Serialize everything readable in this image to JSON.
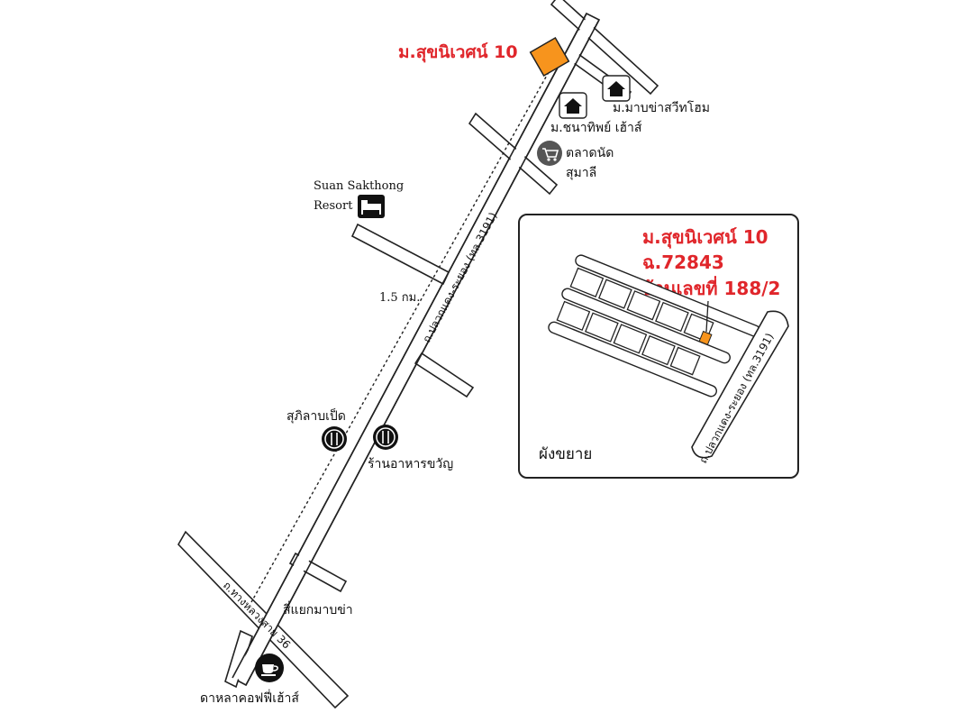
{
  "map": {
    "destination_label": "ม.สุขนิเวศน์ 10",
    "main_road_label": "ถ.ปลวกแดง-ระยอง (ทล.3191)",
    "highway_label": "ถ.ทางหลวงสาย 36",
    "distance_label": "1.5 กม.",
    "junction_label": "สี่แยกมาบข่า",
    "resort_line1": "Suan Sakthong",
    "resort_line2": "Resort",
    "landmarks": {
      "mabkha_village": "ม.มาบข่าสวีทโฮม",
      "chanathip_house": "ม.ชนาทิพย์ เฮ้าส์",
      "market_line1": "ตลาดนัด",
      "market_line2": "สุมาลี",
      "supilab_restaurant": "สุภิลาบเป็ด",
      "khwan_restaurant": "ร้านอาหารขวัญ",
      "cafe": "ดาหลาคอฟฟี่เฮ้าส์"
    },
    "icons": {
      "house": "house-icon",
      "cart": "shopping-cart-icon",
      "bed": "bed-icon",
      "restaurant": "fork-knife-icon",
      "cafe": "coffee-cup-icon"
    },
    "colors": {
      "destination": "#f7941d",
      "destination_text": "#e0262b"
    }
  },
  "inset": {
    "title": "ผังขยาย",
    "line1": "ม.สุขนิเวศน์ 10",
    "line2": "ฉ.72843",
    "line3": "บ้านเลขที่ 188/2",
    "road_label": "ถ.ปลวกแดง-ระยอง (ทล.3191)"
  }
}
